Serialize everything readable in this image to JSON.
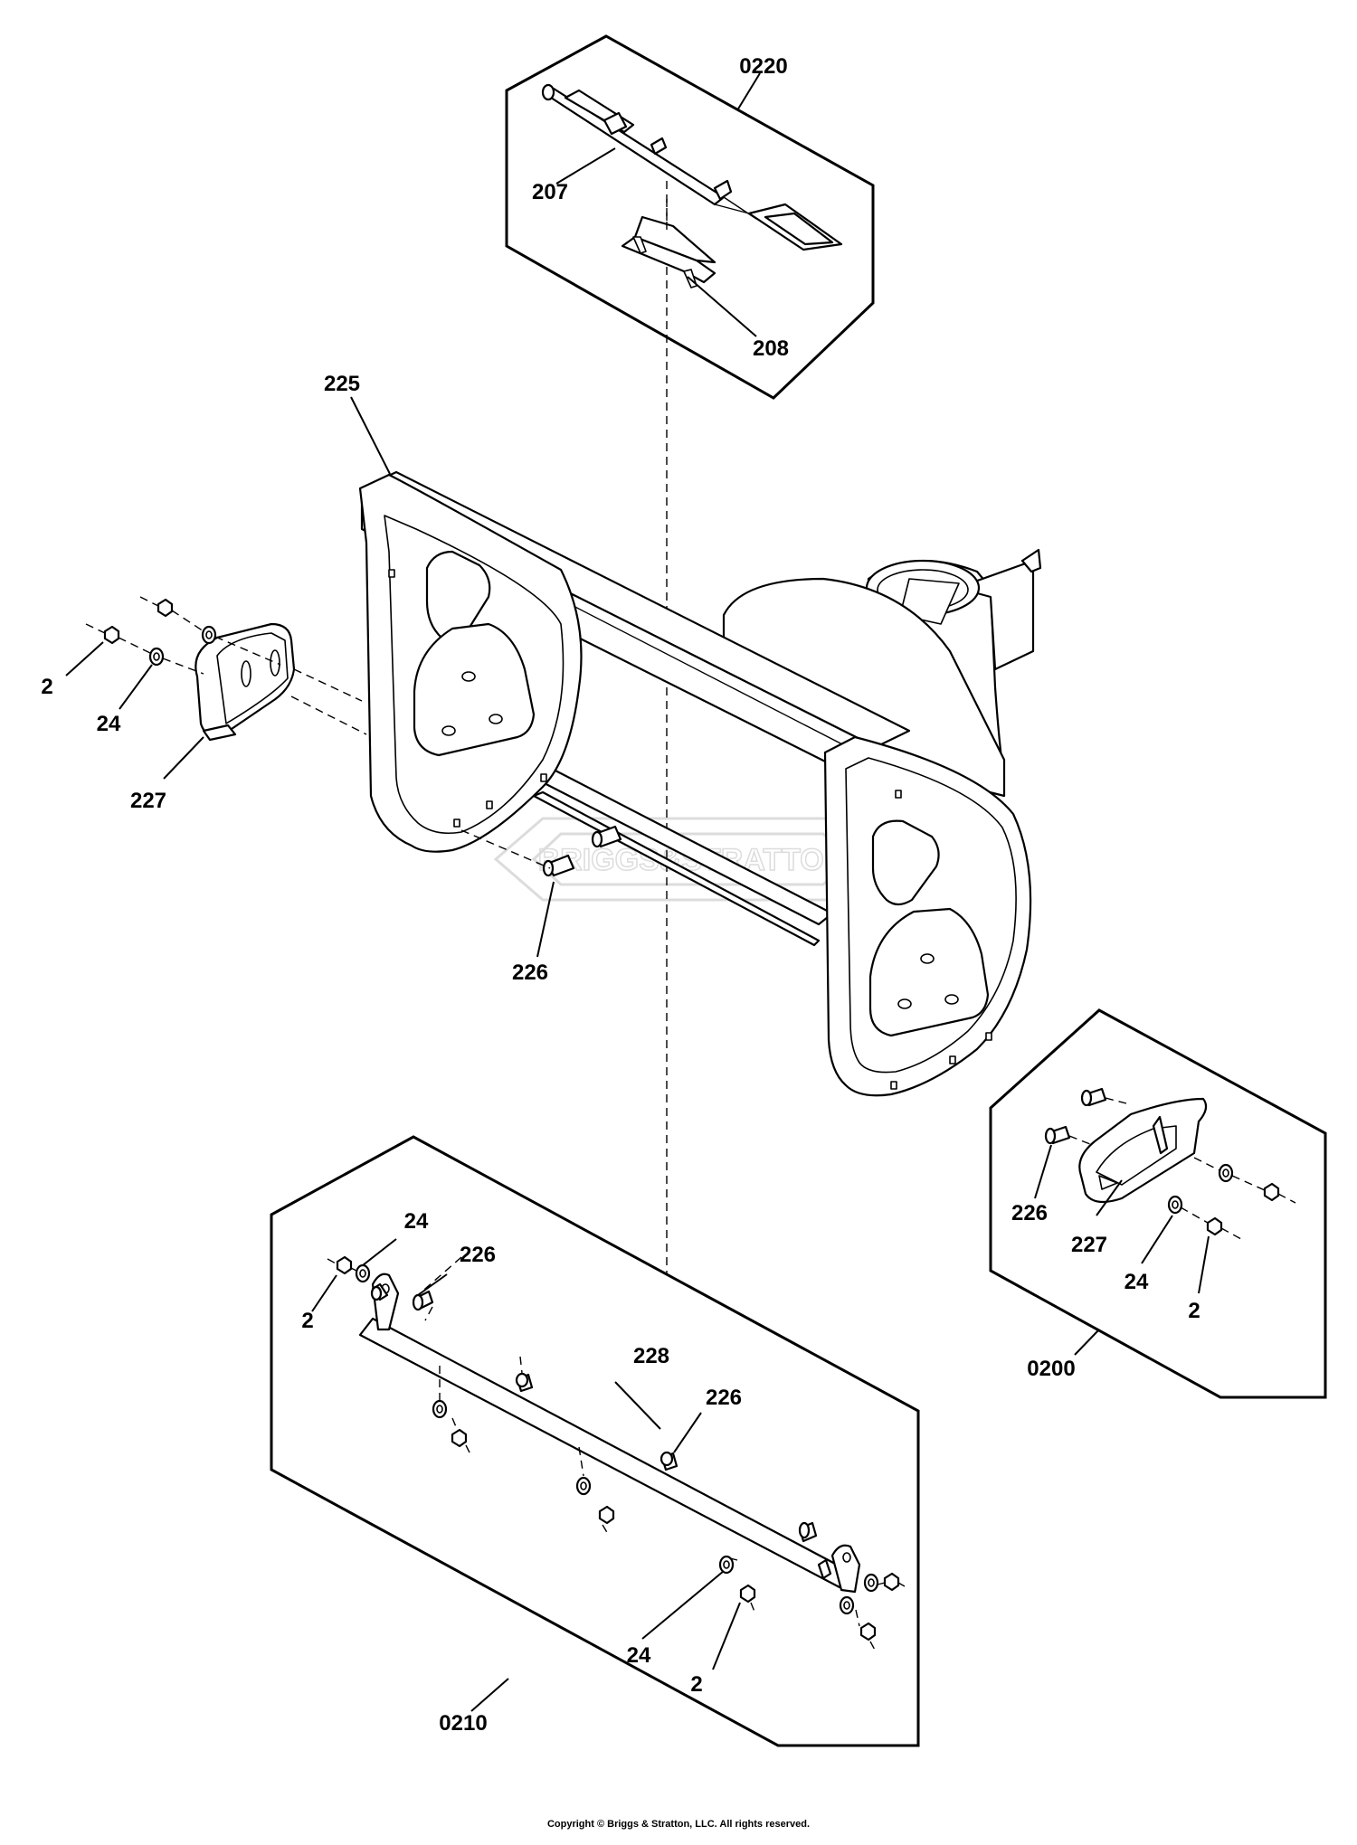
{
  "callouts": {
    "kit_0220": "0220",
    "p207": "207",
    "p208": "208",
    "p225": "225",
    "left_2": "2",
    "left_24": "24",
    "left_227": "227",
    "p226_mid": "226",
    "kit_0200": "0200",
    "right_226": "226",
    "right_227": "227",
    "right_24": "24",
    "right_2": "2",
    "kit_0210": "0210",
    "bot_24_top": "24",
    "bot_226_top": "226",
    "bot_2_top": "2",
    "p228": "228",
    "bot_226_mid": "226",
    "bot_24_bottom": "24",
    "bot_2_bottom": "2"
  },
  "watermark": "BRIGGS&STRATTON",
  "copyright": "Copyright © Briggs & Stratton, LLC. All rights reserved."
}
